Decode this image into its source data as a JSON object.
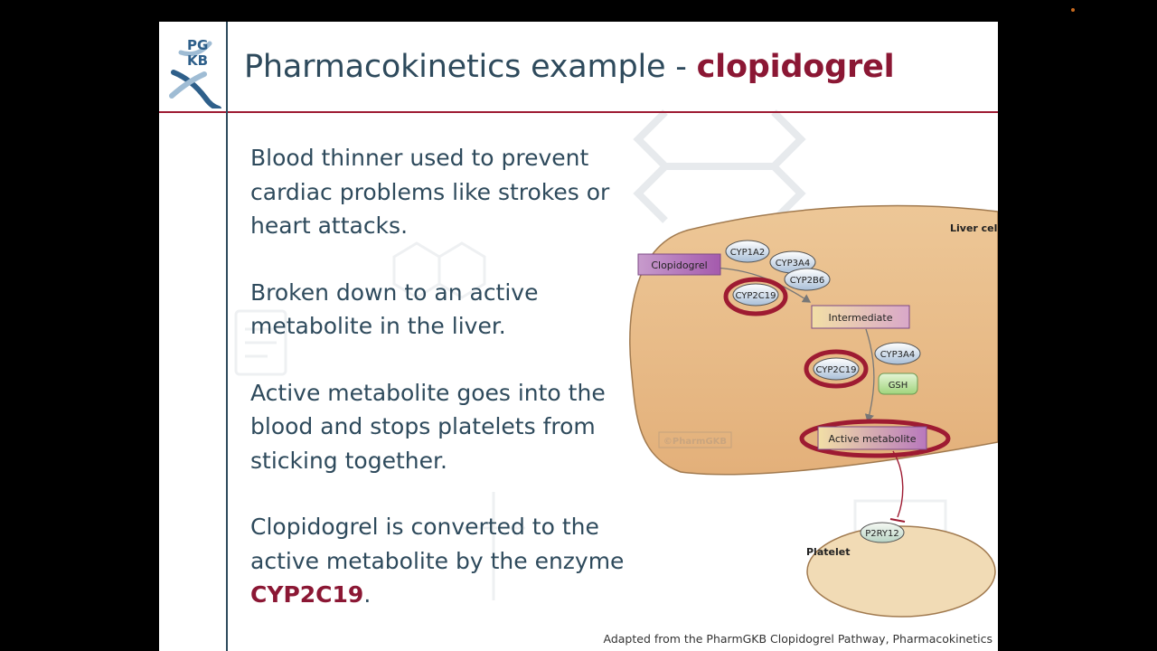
{
  "slide": {
    "logo": {
      "line1": "PG",
      "line2": "KB",
      "icon": "pgkb-dna-logo-icon"
    },
    "title": {
      "main": "Pharmacokinetics example - ",
      "highlight": "clopidogrel"
    },
    "bullets": [
      {
        "text": "Blood thinner used to prevent cardiac problems like strokes or heart attacks."
      },
      {
        "text": "Broken down to an active metabolite in the liver."
      },
      {
        "text": "Active metabolite goes into the blood and stops platelets from sticking together."
      },
      {
        "text_before": "Clopidogrel is converted to the active metabolite by the enzyme ",
        "highlight": "CYP2C19",
        "text_after": "."
      }
    ],
    "credit": "Adapted from the PharmGKB Clopidogrel Pathway, Pharmacokinetics"
  },
  "diagram": {
    "liver_label": "Liver cell",
    "copyright": "©PharmGKB",
    "clopidogrel": "Clopidogrel",
    "intermediate": "Intermediate",
    "active_metabolite": "Active metabolite",
    "platelet_label": "Platelet",
    "enzymes": {
      "cyp1a2": "CYP1A2",
      "cyp3a4_top": "CYP3A4",
      "cyp2b6": "CYP2B6",
      "cyp2c19_top": "CYP2C19",
      "cyp2c19_mid": "CYP2C19",
      "cyp3a4_mid": "CYP3A4",
      "gsh": "GSH",
      "p2ry12": "P2RY12"
    },
    "colors": {
      "liver": "#e9bf8c",
      "platelet": "#f1dbb5",
      "highlight_ring": "#9e1b32",
      "drug_box": "#b06ab8",
      "intermediate_box": "#e7c17a"
    }
  },
  "theme": {
    "navy": "#2e4a5c",
    "crimson": "#8b1734"
  }
}
